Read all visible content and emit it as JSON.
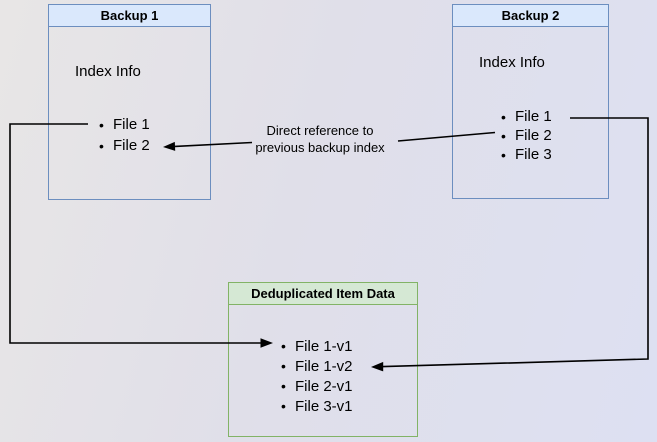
{
  "backup1": {
    "title": "Backup 1",
    "section_label": "Index Info",
    "items": [
      "File 1",
      "File 2"
    ]
  },
  "backup2": {
    "title": "Backup 2",
    "section_label": "Index Info",
    "items": [
      "File 1",
      "File 2",
      "File 3"
    ]
  },
  "dedup": {
    "title": "Deduplicated Item Data",
    "items": [
      "File 1-v1",
      "File 1-v2",
      "File 2-v1",
      "File 3-v1"
    ]
  },
  "annotation": {
    "line1": "Direct reference to",
    "line2": "previous backup index"
  },
  "colors": {
    "blue_border": "#6c8ebf",
    "blue_header_fill": "#dae8fc",
    "green_border": "#82b366",
    "green_header_fill": "#d5e8d4",
    "connector": "#000000",
    "background_start": "#e8e6e6",
    "background_end": "#dde0f2"
  }
}
